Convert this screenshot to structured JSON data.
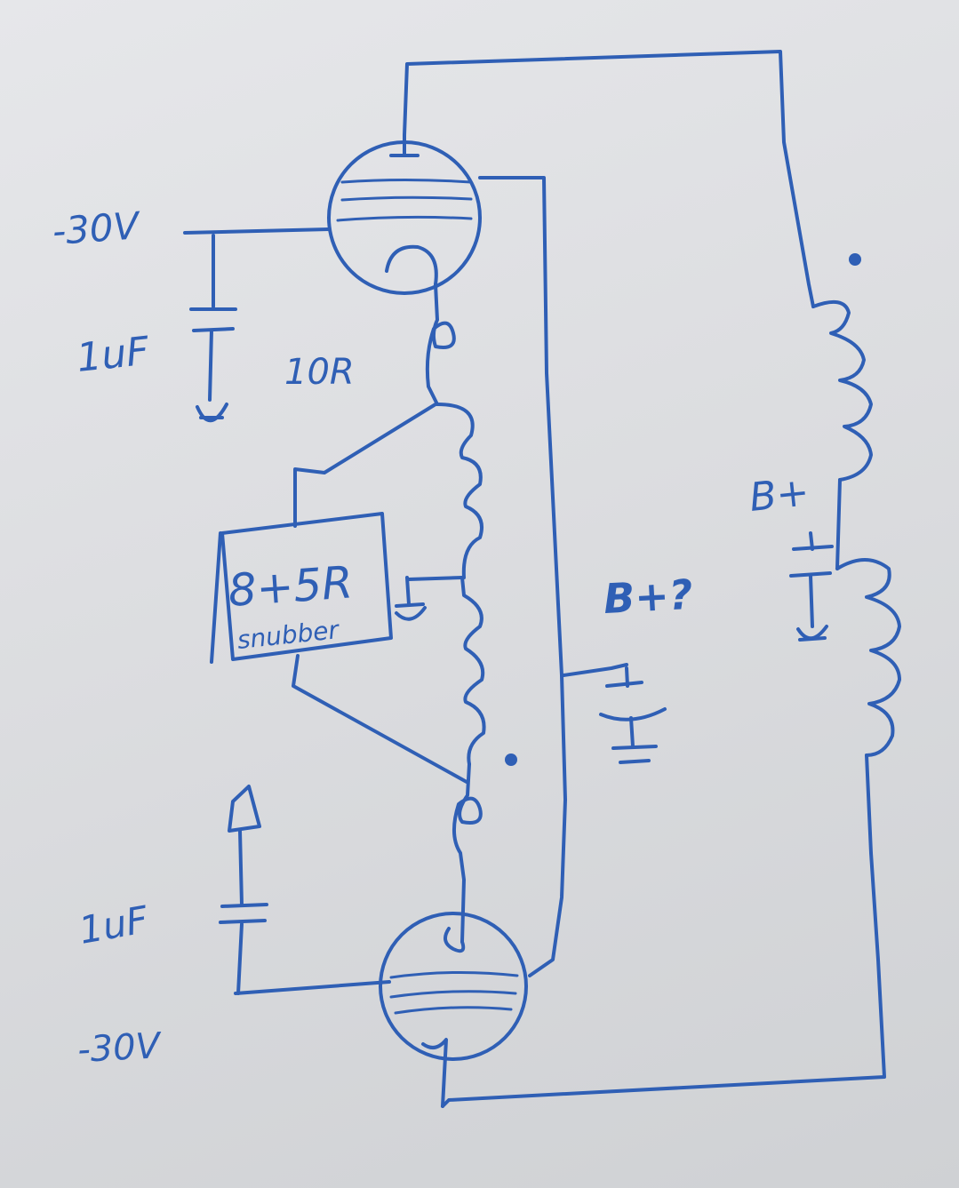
{
  "labels": {
    "neg_voltage_top": "-30V",
    "cap_top": "1uF",
    "resistor_top": "10R",
    "bplus_right": "B+",
    "bplus_mid": "B+?",
    "snubber_value": "8+5R",
    "snubber_label": "snubber",
    "cap_bottom": "1uF",
    "neg_voltage_bottom": "-30V"
  },
  "colors": {
    "ink": "#2f5fb5",
    "paper": "#e2e3e6"
  }
}
